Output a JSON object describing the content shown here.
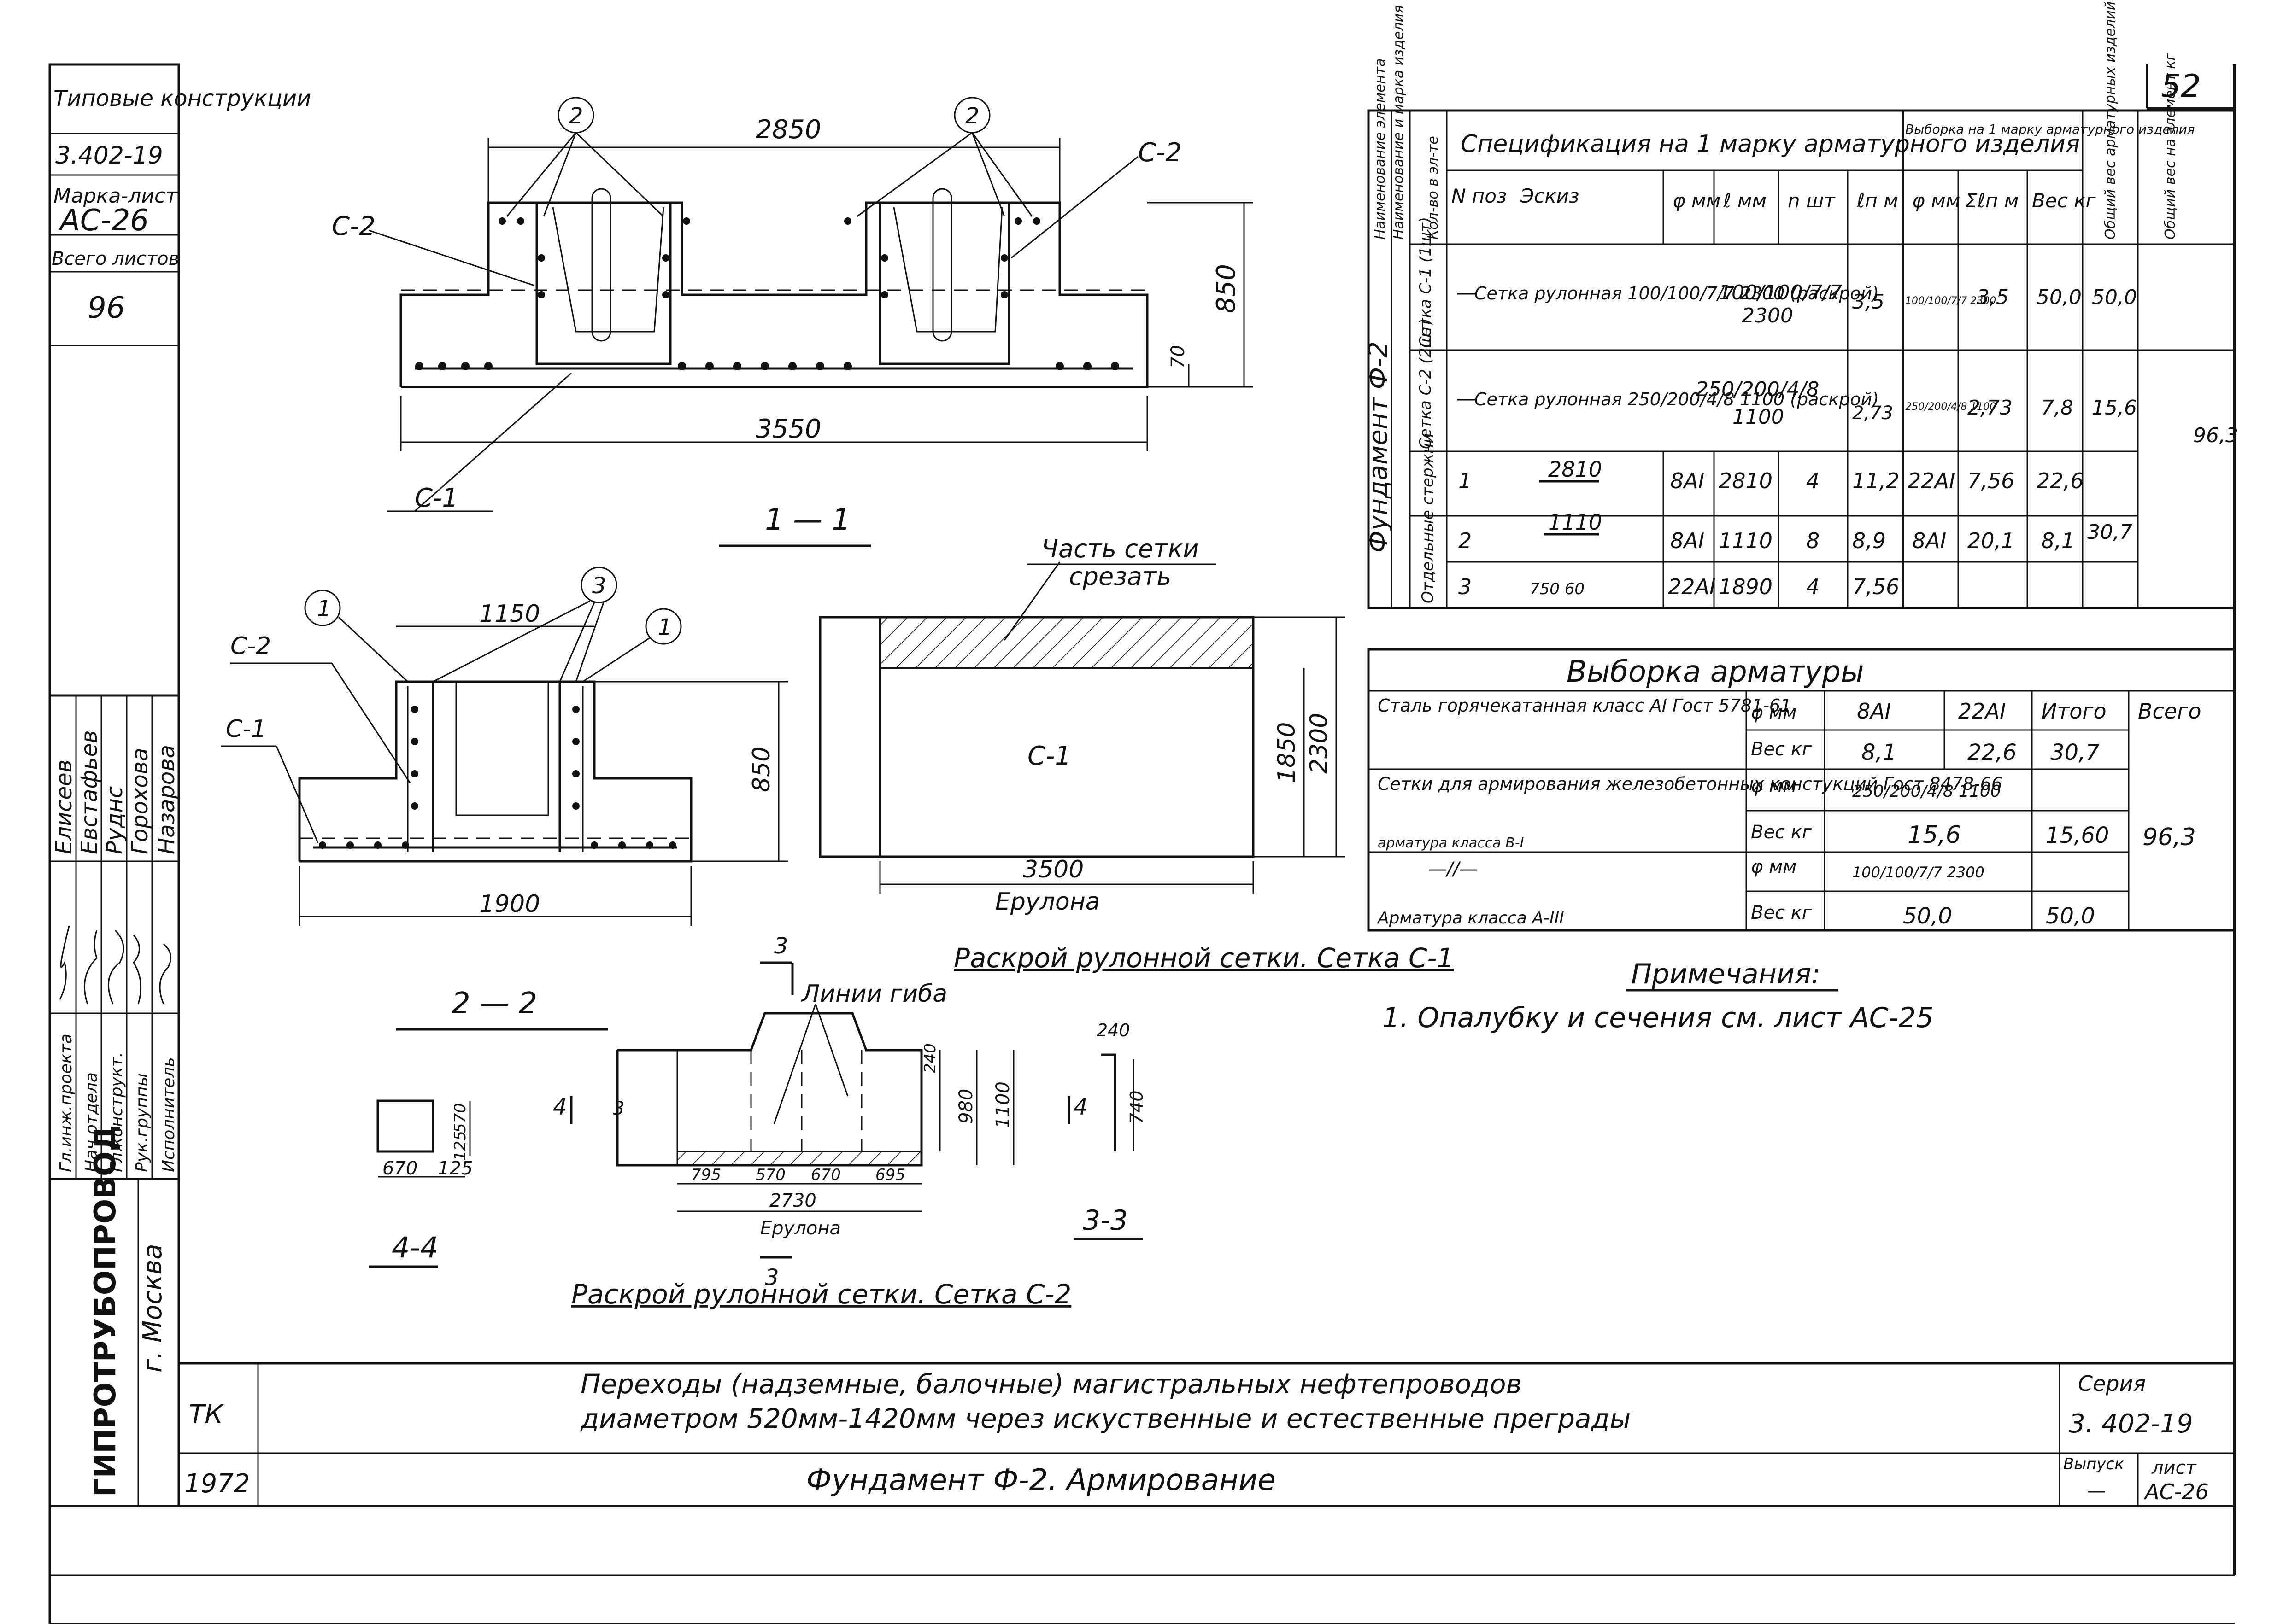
{
  "sheet": {
    "page_number": "52",
    "side_stamp": {
      "typical": "Типовые конструкции",
      "series": "3.402-19",
      "mark_label": "Марка-лист",
      "mark": "АС-26",
      "sheets_label": "Всего листов",
      "sheets": "96"
    },
    "org_vertical": "ГИПРОТРУБОПРОВОД",
    "city_vertical": "г. Москва",
    "roles": [
      "Гл.инж.проекта",
      "Нач.отдела",
      "Гл.конструкт.",
      "Рук.группы",
      "Исполнитель"
    ],
    "people": [
      "Елисеев",
      "Евстафьев",
      "Руднс",
      "Горохова",
      "Назарова"
    ],
    "title_block": {
      "tk": "ТК",
      "year": "1972",
      "title_line1": "Переходы (надземные, балочные) магистральных нефтепроводов",
      "title_line2": "диаметром 520мм-1420мм через искуственные и естественные преграды",
      "subject": "Фундамент Ф-2. Армирование",
      "series_label": "Серия",
      "series": "3. 402-19",
      "issue_label": "Выпуск",
      "issue": "—",
      "sheet_label": "лист",
      "sheet": "АС-26"
    }
  },
  "drawings": {
    "view_top": {
      "dims": {
        "top": "2850",
        "height": "850",
        "cover": "70",
        "bottom": "3550"
      },
      "labels": {
        "c2_left": "С-2",
        "c2_right": "С-2",
        "c1": "С-1",
        "pos2": "2"
      }
    },
    "section_1_1": {
      "title": "1 — 1",
      "dims": {
        "top": "1150",
        "height": "850",
        "bottom": "1900"
      },
      "labels": {
        "c2": "С-2",
        "c1": "С-1",
        "pos1": "1",
        "pos3": "3"
      }
    },
    "mesh_c1": {
      "note": "Часть сетки срезать",
      "label": "С-1",
      "dims": {
        "width": "3500",
        "width_label": "Ерулона",
        "h1": "1850",
        "h2": "2300"
      },
      "caption": "Раскрой рулонной сетки. Сетка С-1"
    },
    "mesh_c2": {
      "bend_label": "Линии гиба",
      "cut_mark": "3",
      "dims": {
        "top": "240",
        "mid": "980",
        "full": "1100",
        "seg1": "795",
        "seg2": "570",
        "seg3": "670",
        "seg4": "695",
        "total": "2730",
        "total_label": "Ерулона"
      },
      "caption": "Раскрой рулонной сетки. Сетка С-2"
    },
    "section_2_2": {
      "title": "2 — 2"
    },
    "section_4_4": {
      "title": "4-4",
      "dims": {
        "a": "670",
        "b": "125",
        "c": "125",
        "d": "570"
      },
      "mark": "4"
    },
    "section_3_3": {
      "title": "3-3",
      "dims": {
        "a": "240",
        "b": "740"
      }
    }
  },
  "spec_table": {
    "vertical_headers": [
      "Наименование элемента",
      "Наименование и марка изделия",
      "Кол-во в эл-те"
    ],
    "title": "Спецификация на 1 марку арматурного изделия",
    "selection_title": "Выборка на 1 марку арматурного изделия",
    "total_mass_header": "Общий вес арматурных изделий в кг",
    "total_weight_header": "Общий вес на элемент кг",
    "columns": [
      "N поз",
      "Эскиз",
      "φ мм",
      "ℓ мм",
      "n шт",
      "ℓп м",
      "φ мм",
      "Σℓп м",
      "Вес кг"
    ],
    "element": "Фундамент Ф-2",
    "groups": [
      {
        "name": "Сетка С-1 (1шт)",
        "pos": "—",
        "sketch": "Сетка рулонная 100/100/7/7 2300 (раскрой)",
        "phi_l": "100/100/7/7",
        "phi_l2": "2300",
        "lp": "3,5",
        "sel_phi": "100/100/7/7 2300",
        "sel_len": "3,5",
        "weight": "50,0",
        "total": "50,0"
      },
      {
        "name": "Сетка С-2 (2шт)",
        "pos": "—",
        "sketch": "Сетка рулонная 250/200/4/8 1100 (раскрой)",
        "phi_l": "250/200/4/8",
        "phi_l2": "1100",
        "lp": "2,73",
        "sel_phi": "250/200/4/8 1100",
        "sel_len": "2,73",
        "weight": "7,8",
        "total": "15,6"
      }
    ],
    "rows": [
      {
        "pos": "1",
        "sketch": "2810",
        "phi": "8АI",
        "len": "2810",
        "n": "4",
        "lp": "11,2",
        "sel_phi": "22АI",
        "sel_len": "7,56",
        "weight": "22,6"
      },
      {
        "pos": "2",
        "sketch": "1110",
        "phi": "8АI",
        "len": "1110",
        "n": "8",
        "lp": "8,9",
        "sel_phi": "8АI",
        "sel_len": "20,1",
        "weight": "8,1"
      },
      {
        "pos": "3",
        "sketch": "750 60",
        "phi": "22АI",
        "len": "1890",
        "n": "4",
        "lp": "7,56",
        "sel_phi": "",
        "sel_len": "",
        "weight": ""
      }
    ],
    "separate_label": "Отдельные стержни",
    "separate_total": "30,7",
    "grand_total": "96,3"
  },
  "selection_table": {
    "title": "Выборка арматуры",
    "headers": [
      "8АI",
      "22АI",
      "Итого",
      "Всего"
    ],
    "row1": {
      "name": "Сталь горячекатанная класс АI Гост 5781-61",
      "phi": "φ мм",
      "ves": "Вес кг",
      "v1": "8,1",
      "v2": "22,6",
      "total": "30,7"
    },
    "row2": {
      "name": "Сетки для армирования железобетонных констукций Гост 8478-66",
      "sub": "арматура класса В-I",
      "phi": "φ мм",
      "ves": "Вес кг",
      "spec": "250/200/4/8 1100",
      "value": "15,6",
      "total": "15,60"
    },
    "row3": {
      "name": "—//—",
      "sub": "Арматура класса А-III",
      "phi": "φ мм",
      "ves": "Вес кг",
      "spec": "100/100/7/7 2300",
      "value": "50,0",
      "total": "50,0"
    },
    "grand": "96,3"
  },
  "notes": {
    "title": "Примечания:",
    "items": [
      "1. Опалубку и сечения см. лист АС-25"
    ]
  }
}
